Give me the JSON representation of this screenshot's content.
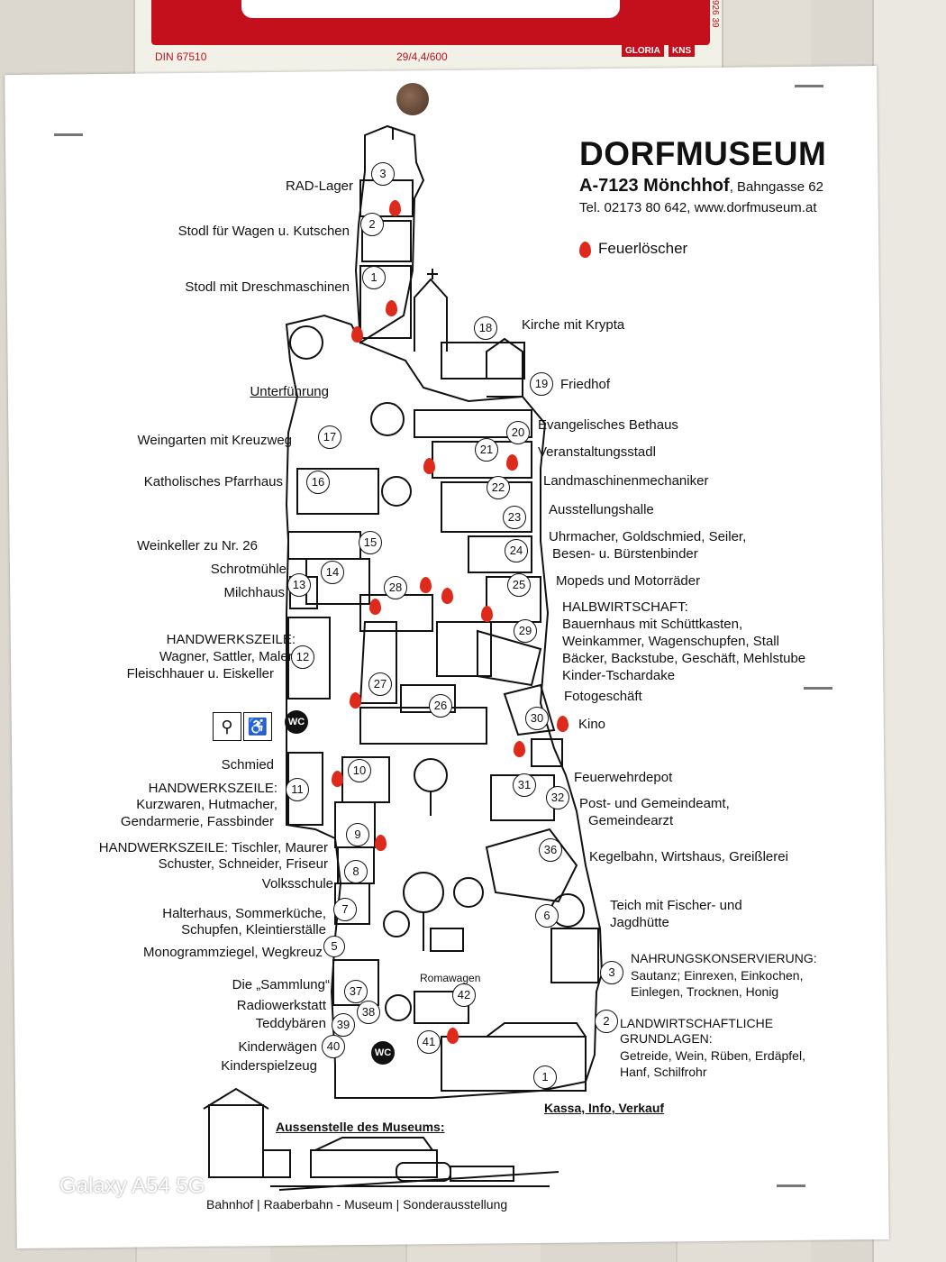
{
  "top_sign": {
    "din": "DIN 67510",
    "code": "29/4,4/600",
    "brand": "GLORIA",
    "brand2": "KNS",
    "side_code": "926 39"
  },
  "header": {
    "title": "DORFMUSEUM",
    "postal": "A-7123 Mönchhof",
    "street": ", Bahngasse 62",
    "tel": "Tel.  02173 80 642, www.dorfmuseum.at",
    "legend": "Feuerlöscher"
  },
  "left_labels": [
    "RAD-Lager",
    "Stodl für Wagen u. Kutschen",
    "Stodl mit Dreschmaschinen",
    "Unterführung",
    "Weingarten mit Kreuzweg",
    "Katholisches Pfarrhaus",
    "Weinkeller zu Nr. 26",
    "Schrotmühle",
    "Milchhaus",
    "HANDWERKSZEILE:",
    "Wagner, Sattler, Maler,",
    "Fleischhauer u. Eiskeller",
    "Schmied",
    "HANDWERKSZEILE:",
    "Kurzwaren, Hutmacher,",
    "Gendarmerie, Fassbinder",
    "HANDWERKSZEILE: Tischler, Maurer",
    "Schuster, Schneider, Friseur",
    "Volksschule",
    "Halterhaus, Sommerküche,",
    "Schupfen, Kleintierställe",
    "Monogrammziegel, Wegkreuz",
    "Die „Sammlung“",
    "Radiowerkstatt",
    "Teddybären",
    "Kinderwägen",
    "Kinderspielzeug"
  ],
  "right_labels": [
    "Kirche mit Krypta",
    "Friedhof",
    "Evangelisches Bethaus",
    "Veranstaltungsstadl",
    "Landmaschinenmechaniker",
    "Ausstellungshalle",
    "Uhrmacher, Goldschmied, Seiler,",
    "Besen- u. Bürstenbinder",
    "Mopeds und Motorräder",
    "HALBWIRTSCHAFT:",
    "Bauernhaus mit Schüttkasten,",
    "Weinkammer, Wagenschupfen, Stall",
    "Bäcker, Backstube, Geschäft, Mehlstube",
    "Kinder-Tschardake",
    "Fotogeschäft",
    "Kino",
    "Feuerwehrdepot",
    "Post- und Gemeindeamt,",
    "Gemeindearzt",
    "Kegelbahn, Wirtshaus, Greißlerei",
    "Teich mit Fischer- und",
    "Jagdhütte",
    "NAHRUNGSKONSERVIERUNG:",
    "Sautanz; Einrexen, Einkochen,",
    "Einlegen, Trocknen, Honig",
    "LANDWIRTSCHAFTLICHE",
    "GRUNDLAGEN:",
    "Getreide, Wein, Rüben, Erdäpfel,",
    "Hanf, Schilfrohr",
    "Kassa, Info, Verkauf"
  ],
  "map_labels": {
    "romawagen": "Romawagen",
    "wc": "WC"
  },
  "aussen": {
    "title": "Aussenstelle des Museums:",
    "footer": "Bahnhof  |  Raaberbahn - Museum  |  Sonderausstellung"
  },
  "numbers": [
    "1",
    "2",
    "3",
    "1",
    "2",
    "3",
    "5",
    "6",
    "7",
    "8",
    "9",
    "10",
    "11",
    "12",
    "13",
    "14",
    "15",
    "16",
    "17",
    "18",
    "19",
    "20",
    "21",
    "22",
    "23",
    "24",
    "25",
    "26",
    "27",
    "28",
    "29",
    "30",
    "31",
    "32",
    "36",
    "37",
    "38",
    "39",
    "40",
    "41",
    "42"
  ],
  "watermark": "Galaxy A54 5G",
  "colors": {
    "flame": "#dd2a1b",
    "sign_red": "#c4101c"
  }
}
